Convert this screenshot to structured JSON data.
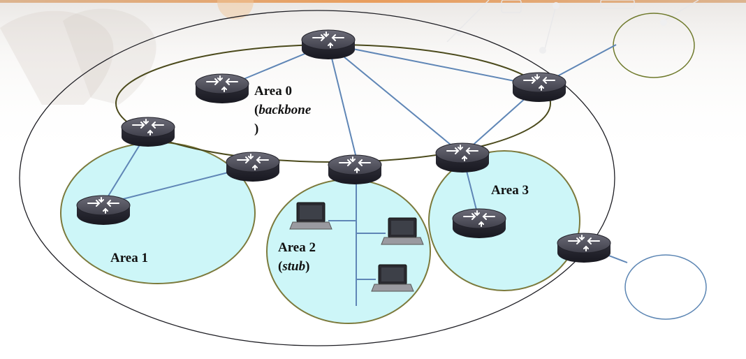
{
  "areas": {
    "area0": {
      "name": "Area 0",
      "line2": "backbone",
      "line3": ")"
    },
    "area1": {
      "name": "Area 1"
    },
    "area2": {
      "name": "Area 2",
      "line2": "stub"
    },
    "area3": {
      "name": "Area 3"
    }
  },
  "colors": {
    "area_fill": "#cdf6f8",
    "area_border": "#7c7a3c",
    "backbone_border": "#4b4a1c",
    "link": "#5f86b6",
    "external_as_green": "#6f7a2c",
    "external_as_blue": "#5b85b3",
    "router_body": "#3b3b46"
  },
  "icons": {
    "router": "router-icon",
    "laptop": "laptop-icon"
  }
}
